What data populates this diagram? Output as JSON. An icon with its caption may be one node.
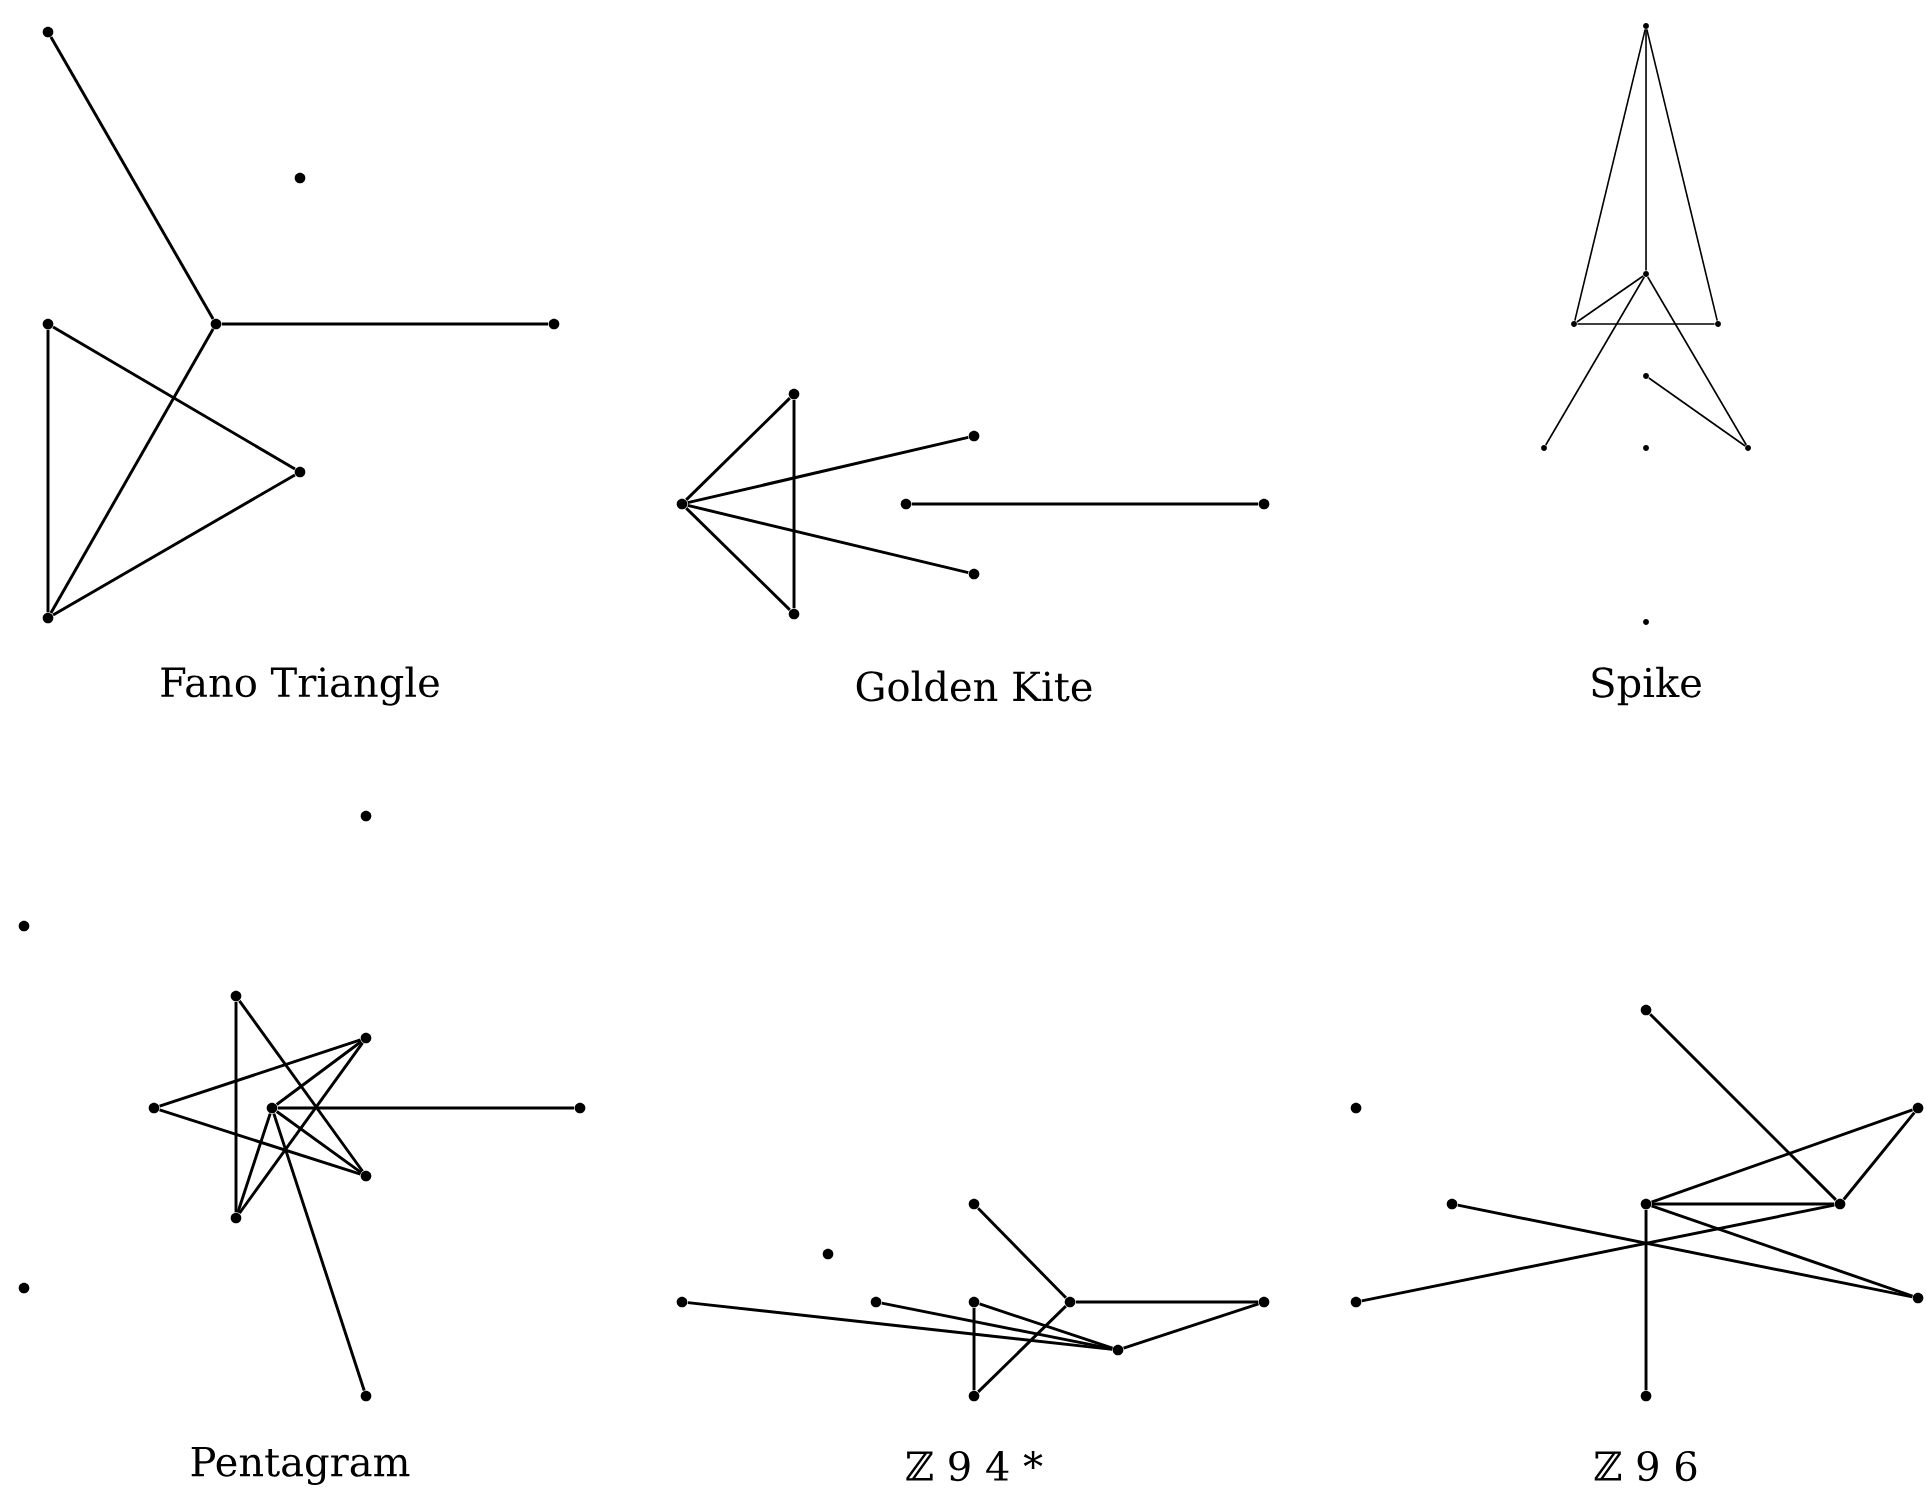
{
  "diagram": {
    "nodes": [
      {
        "text": [],
        "shape": "circle"
      },
      {
        "text": [],
        "shape": "circle"
      },
      {
        "text": [],
        "shape": "circle"
      },
      {
        "text": [],
        "shape": "circle"
      },
      {
        "text": [],
        "shape": "circle"
      },
      {
        "text": [],
        "shape": "circle"
      },
      {
        "text": [],
        "shape": "circle"
      },
      {
        "text": [],
        "shape": "circle"
      },
      {
        "text": [],
        "shape": "circle"
      },
      {
        "text": [],
        "shape": "circle"
      },
      {
        "text": [],
        "shape": "circle"
      },
      {
        "text": [],
        "shape": "circle"
      },
      {
        "text": [],
        "shape": "circle"
      },
      {
        "text": [],
        "shape": "circle"
      },
      {
        "text": [],
        "shape": "circle"
      },
      {
        "text": [],
        "shape": "circle"
      },
      {
        "text": [],
        "shape": "circle"
      },
      {
        "text": [],
        "shape": "circle"
      },
      {
        "text": [],
        "shape": "circle"
      },
      {
        "text": [],
        "shape": "circle"
      },
      {
        "text": [],
        "shape": "circle"
      },
      {
        "text": [],
        "shape": "circle"
      },
      {
        "text": [],
        "shape": "circle"
      },
      {
        "text": [],
        "shape": "circle"
      },
      {
        "text": [],
        "shape": "circle"
      },
      {
        "text": [],
        "shape": "circle"
      },
      {
        "text": [],
        "shape": "circle"
      },
      {
        "text": [],
        "shape": "circle"
      },
      {
        "text": [],
        "shape": "circle"
      },
      {
        "text": [],
        "shape": "circle"
      },
      {
        "text": [],
        "shape": "circle"
      },
      {
        "text": [],
        "shape": "circle"
      },
      {
        "text": [],
        "shape": "circle"
      },
      {
        "text": [],
        "shape": "circle"
      },
      {
        "text": [],
        "shape": "circle"
      },
      {
        "text": [],
        "shape": "circle"
      },
      {
        "text": [],
        "shape": "circle"
      },
      {
        "text": [],
        "shape": "circle"
      },
      {
        "text": [],
        "shape": "circle"
      },
      {
        "text": [],
        "shape": "circle"
      },
      {
        "text": [],
        "shape": "circle"
      },
      {
        "text": [],
        "shape": "circle"
      },
      {
        "text": [],
        "shape": "circle"
      },
      {
        "text": [],
        "shape": "circle"
      },
      {
        "text": [],
        "shape": "circle"
      },
      {
        "text": [],
        "shape": "circle"
      },
      {
        "text": [],
        "shape": "circle"
      },
      {
        "text": [],
        "shape": "circle"
      },
      {
        "text": [],
        "shape": "circle"
      },
      {
        "text": [],
        "shape": "circle"
      },
      {
        "text": [],
        "shape": "circle"
      },
      {
        "text": [],
        "shape": "circle"
      }
    ],
    "edges": [
      {
        "from": 0,
        "to": 2,
        "arrow": "none"
      },
      {
        "from": 2,
        "to": 3,
        "arrow": "none"
      },
      {
        "from": 2,
        "to": 6,
        "arrow": "none"
      },
      {
        "from": 4,
        "to": 5,
        "arrow": "none"
      },
      {
        "from": 4,
        "to": 6,
        "arrow": "none"
      },
      {
        "from": 5,
        "to": 6,
        "arrow": "none"
      },
      {
        "from": 9,
        "to": 7,
        "arrow": "none"
      },
      {
        "from": 7,
        "to": 13,
        "arrow": "none"
      },
      {
        "from": 9,
        "to": 13,
        "arrow": "none"
      },
      {
        "from": 9,
        "to": 8,
        "arrow": "none"
      },
      {
        "from": 9,
        "to": 12,
        "arrow": "none"
      },
      {
        "from": 10,
        "to": 11,
        "arrow": "none"
      },
      {
        "from": 14,
        "to": 16,
        "arrow": "none"
      },
      {
        "from": 14,
        "to": 17,
        "arrow": "none"
      },
      {
        "from": 14,
        "to": 15,
        "arrow": "none"
      },
      {
        "from": 15,
        "to": 16,
        "arrow": "none"
      },
      {
        "from": 16,
        "to": 17,
        "arrow": "none"
      },
      {
        "from": 15,
        "to": 19,
        "arrow": "none"
      },
      {
        "from": 15,
        "to": 21,
        "arrow": "none"
      },
      {
        "from": 18,
        "to": 21,
        "arrow": "none"
      },
      {
        "from": 25,
        "to": 31,
        "arrow": "none"
      },
      {
        "from": 25,
        "to": 30,
        "arrow": "none"
      },
      {
        "from": 27,
        "to": 26,
        "arrow": "none"
      },
      {
        "from": 27,
        "to": 30,
        "arrow": "none"
      },
      {
        "from": 28,
        "to": 26,
        "arrow": "none"
      },
      {
        "from": 28,
        "to": 30,
        "arrow": "none"
      },
      {
        "from": 28,
        "to": 29,
        "arrow": "none"
      },
      {
        "from": 28,
        "to": 31,
        "arrow": "none"
      },
      {
        "from": 31,
        "to": 26,
        "arrow": "none"
      },
      {
        "from": 28,
        "to": 33,
        "arrow": "none"
      },
      {
        "from": 34,
        "to": 39,
        "arrow": "none"
      },
      {
        "from": 39,
        "to": 40,
        "arrow": "none"
      },
      {
        "from": 40,
        "to": 41,
        "arrow": "none"
      },
      {
        "from": 36,
        "to": 41,
        "arrow": "none"
      },
      {
        "from": 37,
        "to": 41,
        "arrow": "none"
      },
      {
        "from": 38,
        "to": 41,
        "arrow": "none"
      },
      {
        "from": 38,
        "to": 42,
        "arrow": "none"
      },
      {
        "from": 39,
        "to": 42,
        "arrow": "none"
      },
      {
        "from": 43,
        "to": 48,
        "arrow": "none"
      },
      {
        "from": 47,
        "to": 48,
        "arrow": "none"
      },
      {
        "from": 47,
        "to": 45,
        "arrow": "none"
      },
      {
        "from": 48,
        "to": 45,
        "arrow": "none"
      },
      {
        "from": 47,
        "to": 50,
        "arrow": "none"
      },
      {
        "from": 46,
        "to": 50,
        "arrow": "none"
      },
      {
        "from": 49,
        "to": 48,
        "arrow": "none"
      },
      {
        "from": 47,
        "to": 51,
        "arrow": "none"
      }
    ],
    "labels": [
      "Fano Triangle",
      "Golden Kite",
      "Spike",
      "Pentagram",
      "ℤ 9 4 *",
      "ℤ 9 6"
    ]
  }
}
